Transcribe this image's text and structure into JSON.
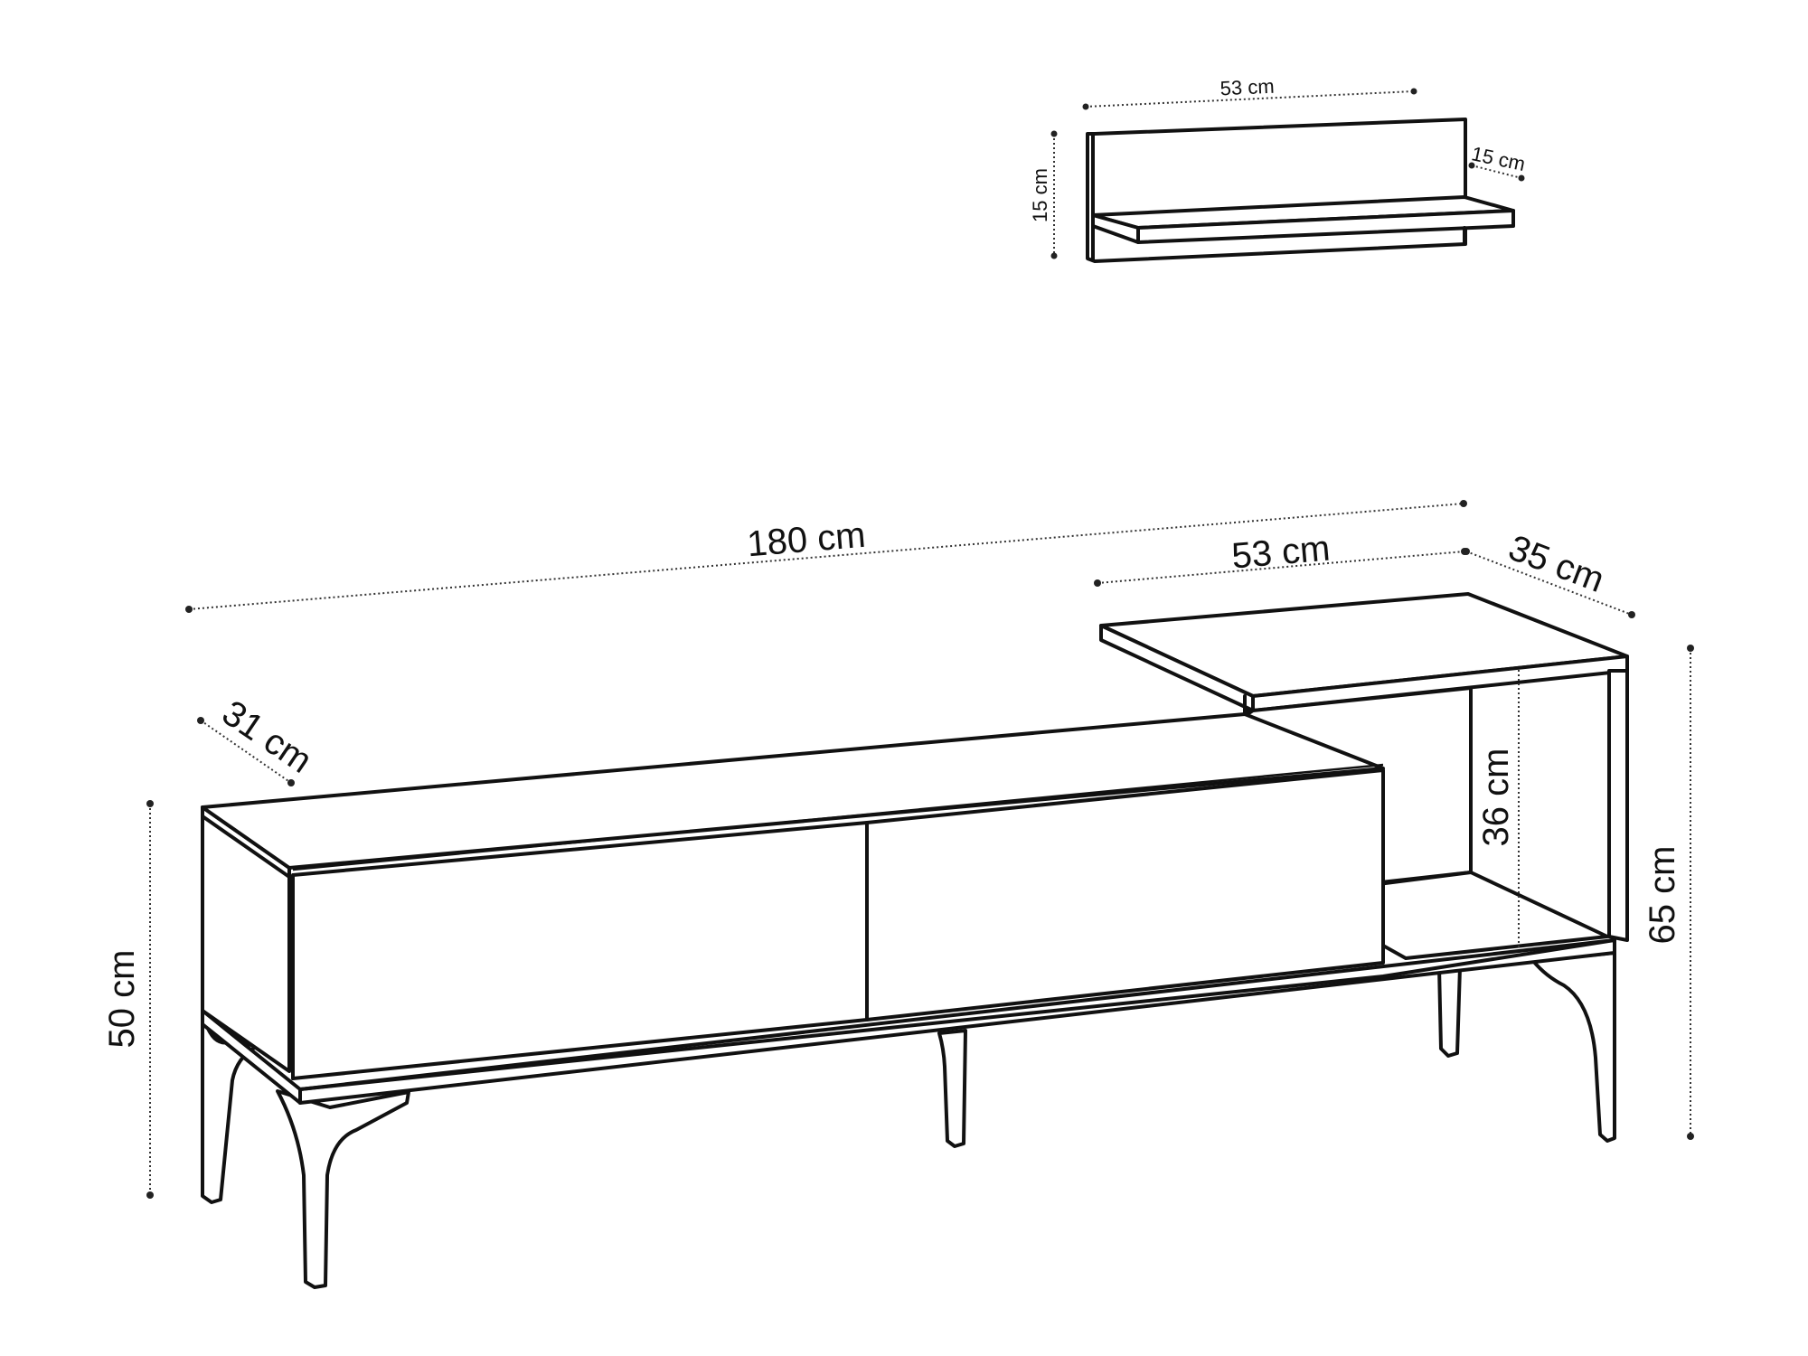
{
  "diagram": {
    "subject": "TV stand with wall shelf",
    "wall_shelf": {
      "width_label": "53 cm",
      "height_label": "15 cm",
      "depth_label": "15 cm"
    },
    "tv_stand": {
      "total_width_label": "180 cm",
      "top_section_width_label": "53 cm",
      "top_section_depth_label": "35 cm",
      "body_depth_label": "31 cm",
      "body_height_label": "50 cm",
      "open_compartment_height_label": "36 cm",
      "total_height_label": "65 cm",
      "drawer_count": "2",
      "leg_count": "4"
    },
    "colors": {
      "line": "#111111",
      "dimension_line": "#333333",
      "background": "#ffffff"
    }
  }
}
